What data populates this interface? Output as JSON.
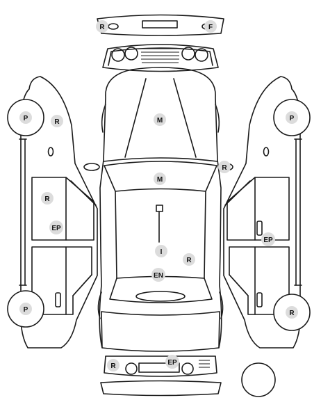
{
  "colors": {
    "line": "#1a1a1a",
    "marker_fill": "#dcdcdc",
    "marker_text": "#111111",
    "background": "#ffffff"
  },
  "markers": {
    "front_bumper_r": "R",
    "front_bumper_f": "F",
    "left_front_wheel_p": "P",
    "left_front_fender_r": "R",
    "hood_m": "M",
    "mirror_r": "R",
    "roof_m": "M",
    "left_door_r": "R",
    "left_door_ep": "EP",
    "right_door_ep": "EP",
    "right_front_wheel_p": "P",
    "roof_i": "I",
    "roof_r": "R",
    "roof_en": "EN",
    "left_rear_wheel_p": "P",
    "right_rear_wheel_r": "R",
    "rear_bumper_r": "R",
    "rear_bumper_ep": "EP"
  }
}
